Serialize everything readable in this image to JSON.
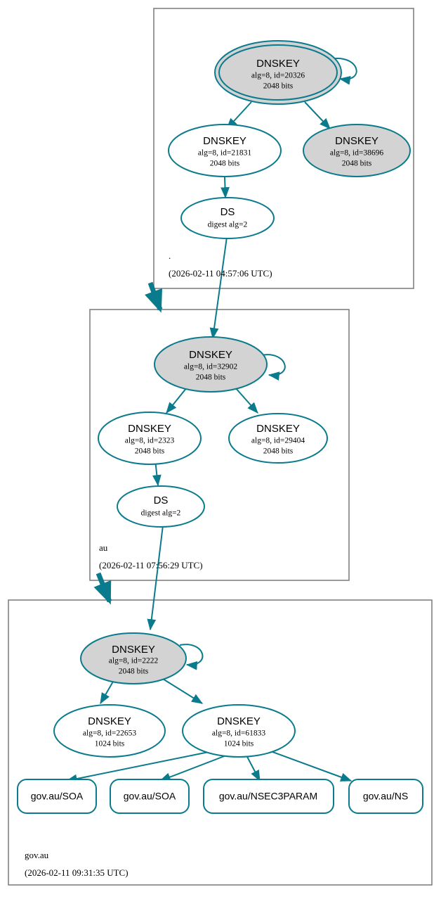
{
  "diagram": {
    "type": "dnssec-authentication-chain",
    "colors": {
      "accent": "#0a7b8c",
      "secure_key_fill": "#d3d3d3",
      "plain_key_fill": "#ffffff",
      "zone_border": "#808080"
    }
  },
  "zones": [
    {
      "id": "root",
      "name": ".",
      "timestamp": "(2026-02-11 04:57:06 UTC)",
      "nodes": [
        {
          "id": "root-ksk",
          "kind": "DNSKEY",
          "title": "DNSKEY",
          "line2": "alg=8, id=20326",
          "line3": "2048 bits",
          "style": "double-ellipse",
          "fill": "gray",
          "self_signed": true
        },
        {
          "id": "root-zsk-21831",
          "kind": "DNSKEY",
          "title": "DNSKEY",
          "line2": "alg=8, id=21831",
          "line3": "2048 bits",
          "style": "ellipse",
          "fill": "white",
          "self_signed": false
        },
        {
          "id": "root-zsk-38696",
          "kind": "DNSKEY",
          "title": "DNSKEY",
          "line2": "alg=8, id=38696",
          "line3": "2048 bits",
          "style": "ellipse",
          "fill": "gray",
          "self_signed": false
        },
        {
          "id": "root-ds",
          "kind": "DS",
          "title": "DS",
          "line2": "digest alg=2",
          "line3": "",
          "style": "ellipse",
          "fill": "white",
          "self_signed": false
        }
      ]
    },
    {
      "id": "au",
      "name": "au",
      "timestamp": "(2026-02-11 07:56:29 UTC)",
      "nodes": [
        {
          "id": "au-ksk",
          "kind": "DNSKEY",
          "title": "DNSKEY",
          "line2": "alg=8, id=32902",
          "line3": "2048 bits",
          "style": "ellipse",
          "fill": "gray",
          "self_signed": true
        },
        {
          "id": "au-zsk-2323",
          "kind": "DNSKEY",
          "title": "DNSKEY",
          "line2": "alg=8, id=2323",
          "line3": "2048 bits",
          "style": "ellipse",
          "fill": "white",
          "self_signed": false
        },
        {
          "id": "au-zsk-29404",
          "kind": "DNSKEY",
          "title": "DNSKEY",
          "line2": "alg=8, id=29404",
          "line3": "2048 bits",
          "style": "ellipse",
          "fill": "white",
          "self_signed": false
        },
        {
          "id": "au-ds",
          "kind": "DS",
          "title": "DS",
          "line2": "digest alg=2",
          "line3": "",
          "style": "ellipse",
          "fill": "white",
          "self_signed": false
        }
      ]
    },
    {
      "id": "govau",
      "name": "gov.au",
      "timestamp": "(2026-02-11 09:31:35 UTC)",
      "nodes": [
        {
          "id": "govau-ksk",
          "kind": "DNSKEY",
          "title": "DNSKEY",
          "line2": "alg=8, id=2222",
          "line3": "2048 bits",
          "style": "ellipse",
          "fill": "gray",
          "self_signed": true
        },
        {
          "id": "govau-zsk-22653",
          "kind": "DNSKEY",
          "title": "DNSKEY",
          "line2": "alg=8, id=22653",
          "line3": "1024 bits",
          "style": "ellipse",
          "fill": "white",
          "self_signed": false
        },
        {
          "id": "govau-zsk-61833",
          "kind": "DNSKEY",
          "title": "DNSKEY",
          "line2": "alg=8, id=61833",
          "line3": "1024 bits",
          "style": "ellipse",
          "fill": "white",
          "self_signed": false
        }
      ],
      "records": [
        {
          "id": "rr-soa-1",
          "label": "gov.au/SOA"
        },
        {
          "id": "rr-soa-2",
          "label": "gov.au/SOA"
        },
        {
          "id": "rr-nsec3param",
          "label": "gov.au/NSEC3PARAM"
        },
        {
          "id": "rr-ns",
          "label": "gov.au/NS"
        }
      ]
    }
  ]
}
